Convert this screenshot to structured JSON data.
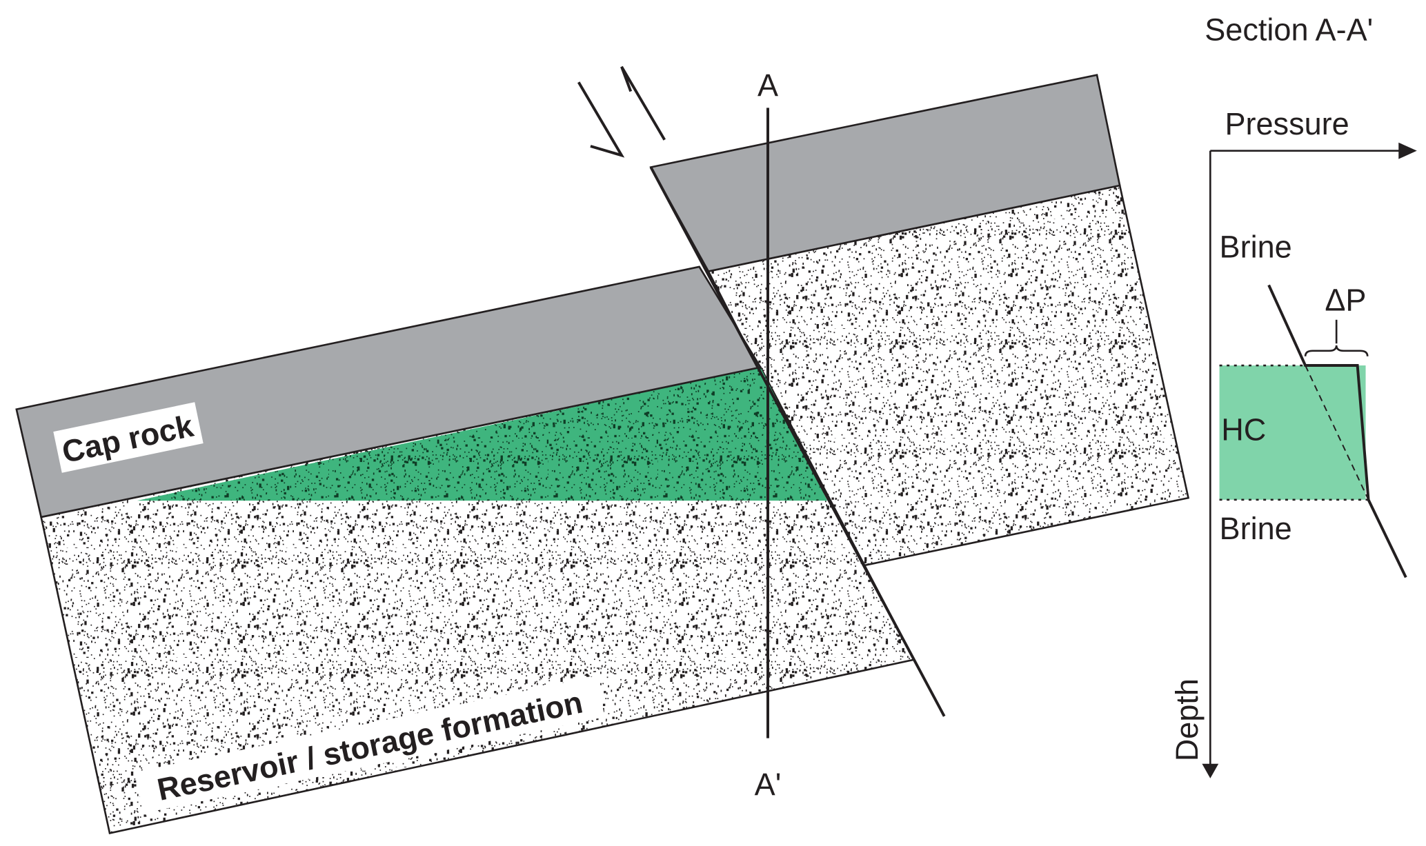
{
  "section_title": "Section A-A'",
  "section_line": {
    "top_label": "A",
    "bottom_label": "A'"
  },
  "layers": {
    "cap_rock": "Cap rock",
    "reservoir": "Reservoir / storage formation"
  },
  "profile": {
    "x_axis": "Pressure",
    "y_axis": "Depth",
    "upper_fluid": "Brine",
    "trapped_fluid": "HC",
    "lower_fluid": "Brine",
    "delta_label": "ΔP"
  },
  "colors": {
    "cap_rock": "#a7a9ac",
    "hydrocarbon": "#80d4aa",
    "line": "#231f20"
  }
}
